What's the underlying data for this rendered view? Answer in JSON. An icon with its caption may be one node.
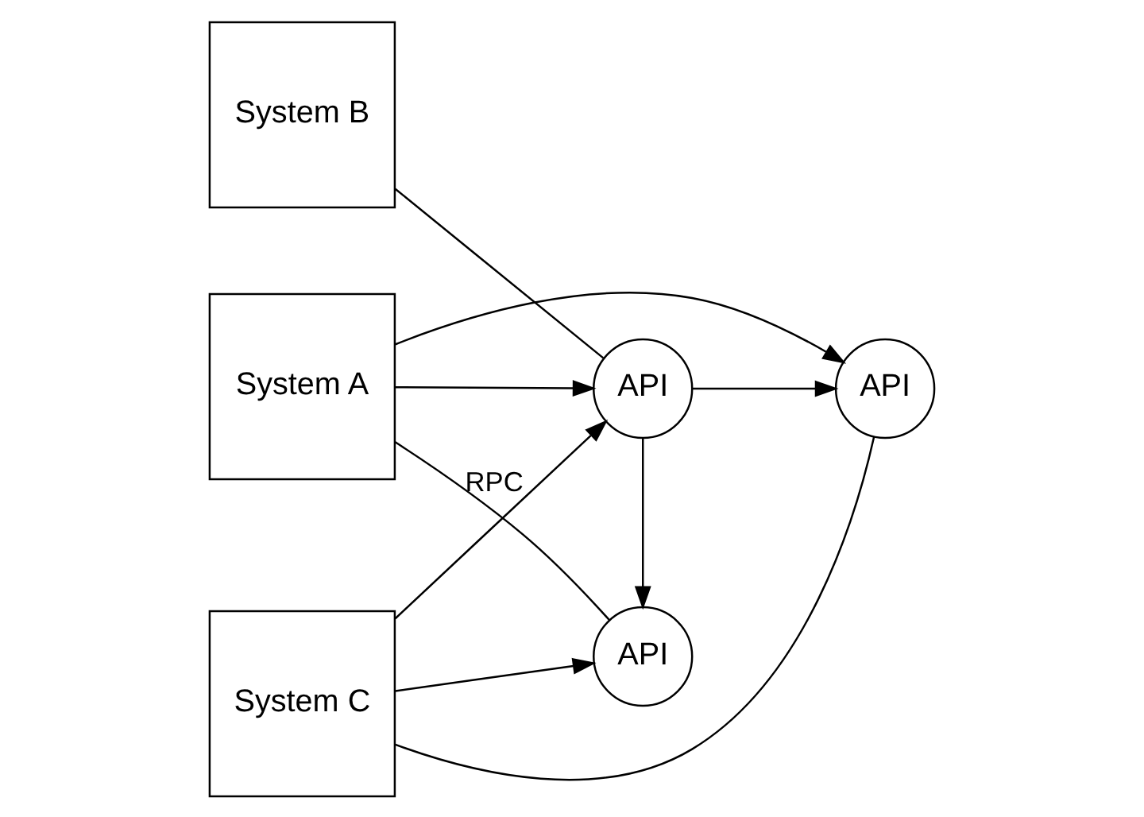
{
  "diagram": {
    "nodes": [
      {
        "text": [
          "System A"
        ]
      },
      {
        "text": [
          "System B"
        ]
      },
      {
        "text": [
          "System C"
        ]
      },
      {
        "text": [
          "API"
        ]
      },
      {
        "text": [
          "API"
        ]
      },
      {
        "text": [
          "API"
        ]
      }
    ],
    "edges": [
      {
        "from": 0,
        "to": 3,
        "arrow": "none"
      },
      {
        "from": 2,
        "to": 4,
        "arrow": "none"
      },
      {
        "from": 1,
        "to": 5,
        "arrow": "none"
      },
      {
        "from": 0,
        "to": 4,
        "arrow": "to"
      },
      {
        "from": 0,
        "to": 5,
        "arrow": "to"
      },
      {
        "from": 5,
        "to": 3,
        "arrow": "to"
      },
      {
        "from": 5,
        "to": 4,
        "arrow": "to"
      },
      {
        "from": 2,
        "to": 3,
        "arrow": "to"
      },
      {
        "from": 2,
        "to": 5,
        "label": "RPC",
        "arrow": "to"
      }
    ]
  }
}
